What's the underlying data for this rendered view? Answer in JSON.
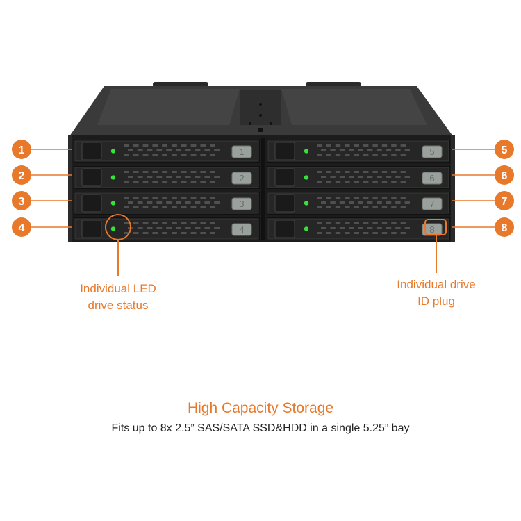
{
  "colors": {
    "accent": "#e8782a",
    "chassis": "#1f1f1f",
    "led": "#35e23a",
    "tag": "#9aa09c"
  },
  "bays_left": [
    {
      "callout": "1",
      "tag": "1"
    },
    {
      "callout": "2",
      "tag": "2"
    },
    {
      "callout": "3",
      "tag": "3"
    },
    {
      "callout": "4",
      "tag": "4"
    }
  ],
  "bays_right": [
    {
      "callout": "5",
      "tag": "5"
    },
    {
      "callout": "6",
      "tag": "6"
    },
    {
      "callout": "7",
      "tag": "7"
    },
    {
      "callout": "8",
      "tag": "8"
    }
  ],
  "annotations": {
    "led_line1": "Individual LED",
    "led_line2": "drive status",
    "id_line1": "Individual drive",
    "id_line2": "ID plug"
  },
  "headline": "High Capacity Storage",
  "subline": "Fits up to 8x 2.5” SAS/SATA SSD&HDD in a single 5.25” bay"
}
